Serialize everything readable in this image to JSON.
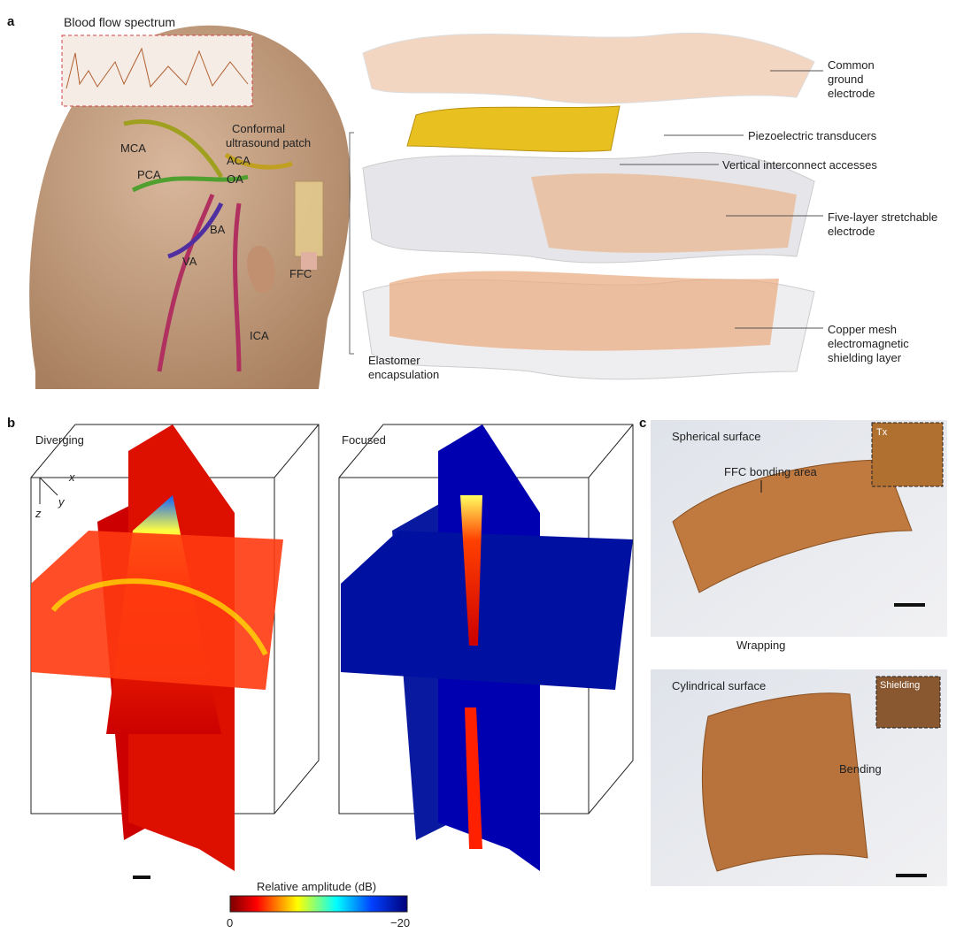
{
  "panels": {
    "a": "a",
    "b": "b",
    "c": "c"
  },
  "panel_a": {
    "inset_title": "Blood flow spectrum",
    "vessels": {
      "mca": "MCA",
      "aca": "ACA",
      "oa": "OA",
      "pca": "PCA",
      "ba": "BA",
      "va": "VA",
      "ica": "ICA",
      "ffc": "FFC"
    },
    "patch_label_1": "Conformal",
    "patch_label_2": "ultrasound patch",
    "layers": {
      "ground_1": "Common",
      "ground_2": "ground",
      "ground_3": "electrode",
      "piezo": "Piezoelectric transducers",
      "via": "Vertical interconnect accesses",
      "five_1": "Five-layer stretchable",
      "five_2": "electrode",
      "copper_1": "Copper mesh",
      "copper_2": "electromagnetic",
      "copper_3": "shielding layer",
      "elast_1": "Elastomer",
      "elast_2": "encapsulation"
    }
  },
  "panel_b": {
    "diverging": "Diverging",
    "focused": "Focused",
    "axis_x": "x",
    "axis_y": "y",
    "axis_z": "z",
    "colorbar": {
      "label": "Relative amplitude (dB)",
      "min": "0",
      "max": "−20"
    }
  },
  "panel_c": {
    "spherical": "Spherical surface",
    "ffc_area": "FFC bonding area",
    "tx": "Tx",
    "wrapping": "Wrapping",
    "cylindrical": "Cylindrical surface",
    "shielding": "Shielding",
    "bending": "Bending"
  },
  "colors": {
    "copper": "#c8804a",
    "piezo": "#e8c020",
    "photo_bg": "#e6e8ec"
  }
}
